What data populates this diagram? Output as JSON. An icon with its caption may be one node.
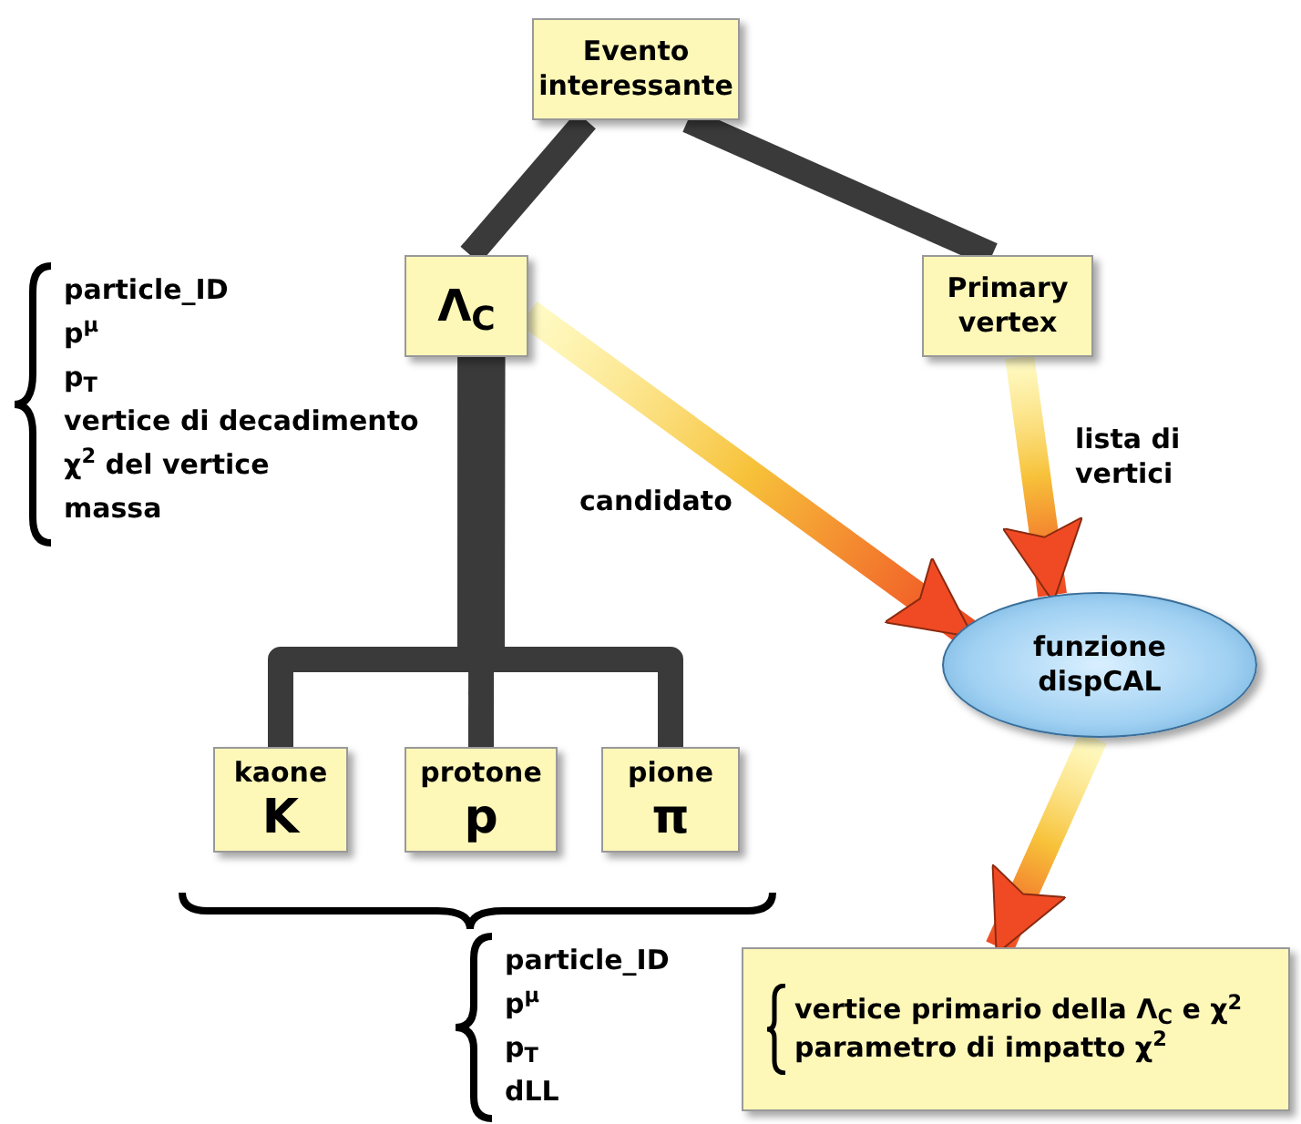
{
  "diagram": {
    "nodes": [
      {
        "text": [
          "Evento interessante"
        ]
      },
      {
        "text": [
          "Λ$_{C}$"
        ]
      },
      {
        "text": [
          "Primary vertex"
        ]
      },
      {
        "text": [
          "funzione dispCAL"
        ]
      },
      {
        "text": [
          "kaone",
          "K"
        ]
      },
      {
        "text": [
          "protone",
          "p"
        ]
      },
      {
        "text": [
          "pione",
          "π"
        ]
      },
      {
        "text": [
          "vertice primario della Λ$_{C}$ e χ$^{2}$",
          "parametro di impatto χ$^{2}$"
        ]
      }
    ],
    "edges": [
      {
        "from": 0,
        "to": 1,
        "arrow": "none"
      },
      {
        "from": 0,
        "to": 2,
        "arrow": "none"
      },
      {
        "from": 1,
        "to": 4,
        "arrow": "none"
      },
      {
        "from": 1,
        "to": 5,
        "arrow": "none"
      },
      {
        "from": 1,
        "to": 6,
        "arrow": "none"
      },
      {
        "from": 1,
        "to": 3,
        "arrow": "to",
        "label": "candidato",
        "color": "#f04a24"
      },
      {
        "from": 2,
        "to": 3,
        "arrow": "to",
        "label": "lista di vertici",
        "color": "#f04a24"
      },
      {
        "from": 3,
        "to": 7,
        "arrow": "to",
        "color": "#f04a24"
      }
    ],
    "labels": [
      "particle_ID",
      "p$^{μ}$",
      "p$_{T}$",
      "vertice di decadimento",
      "χ$^{2}$ del vertice",
      "massa",
      "particle_ID",
      "p$^{μ}$",
      "p$_{T}$",
      "dLL"
    ]
  }
}
